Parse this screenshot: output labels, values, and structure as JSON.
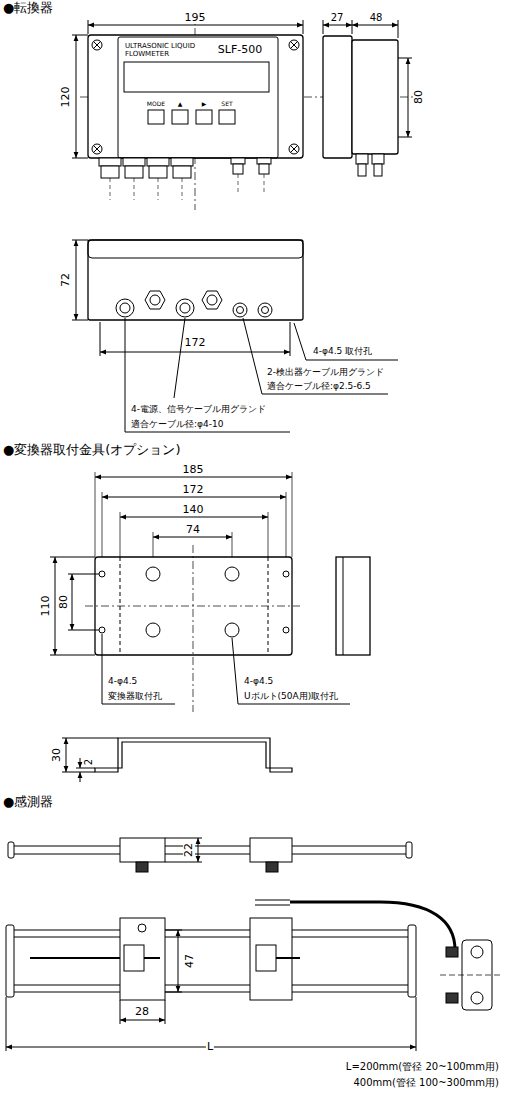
{
  "diagram": {
    "labels": [
      "●転換器",
      "195",
      "27",
      "48",
      "120",
      "ULTRASONIC LIQUID FLOWMETER",
      "SLF-500",
      "MODE",
      "▲",
      "▶",
      "SET",
      "80",
      "72",
      "172",
      "4-φ4.5 取付孔",
      "2-検出器ケーブル用グランド",
      "適合ケーブル径:φ2.5-6.5",
      "4-電源、信号ケーブル用グランド",
      "適合ケーブル径:φ4-10",
      "●変換器取付金具(オプション)",
      "185",
      "172",
      "140",
      "74",
      "110",
      "80",
      "4-φ4.5",
      "変換器取付孔",
      "4-φ4.5",
      "Uボルト(50A用)取付孔",
      "30",
      "2",
      "●感測器",
      "22",
      "47",
      "28",
      "L",
      "L=200mm(管径 20~100mm用)",
      "400mm(管径 100~300mm用)"
    ]
  }
}
